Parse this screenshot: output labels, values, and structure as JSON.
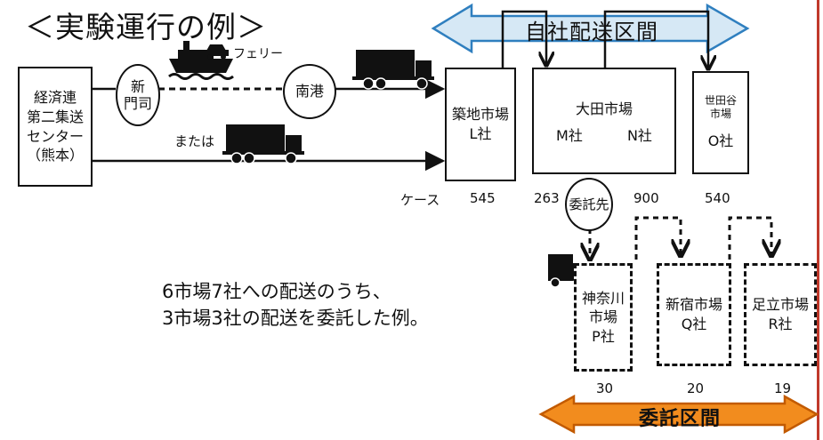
{
  "title": "＜実験運行の例＞",
  "top_arrow_label": "自社配送区間",
  "bottom_arrow_label": "委託区間",
  "origin": {
    "lines": [
      "経済連",
      "第二集送",
      "センター",
      "（熊本）"
    ]
  },
  "ports": {
    "moji": [
      "新",
      "門司"
    ],
    "nanko": "南港"
  },
  "ferry_label": "フェリー",
  "or_label": "または",
  "markets": {
    "tsukiji": {
      "name": "築地市場",
      "company": "L社"
    },
    "ota": {
      "name": "大田市場",
      "company_m": "M社",
      "company_n": "N社"
    },
    "setagaya": {
      "name_1": "世田谷",
      "name_2": "市場",
      "company": "O社"
    },
    "kanagawa": {
      "name_1": "神奈川",
      "name_2": "市場",
      "company": "P社"
    },
    "shinjuku": {
      "name": "新宿市場",
      "company": "Q社"
    },
    "adachi": {
      "name": "足立市場",
      "company": "R社"
    }
  },
  "contractor": "委託先",
  "cases": {
    "label": "ケース",
    "tsukiji": "545",
    "m": "263",
    "n": "900",
    "o": "540",
    "p": "30",
    "q": "20",
    "r": "19"
  },
  "note": {
    "line1": "6市場7社への配送のうち、",
    "line2": "3市場3社の配送を委託した例。"
  },
  "colors": {
    "top_arrow_fill": "#d6e8f5",
    "top_arrow_stroke": "#2f7fbf",
    "bottom_arrow_fill": "#f28c1e",
    "bottom_arrow_stroke": "#c25a00",
    "edge_line": "#c0392b"
  }
}
